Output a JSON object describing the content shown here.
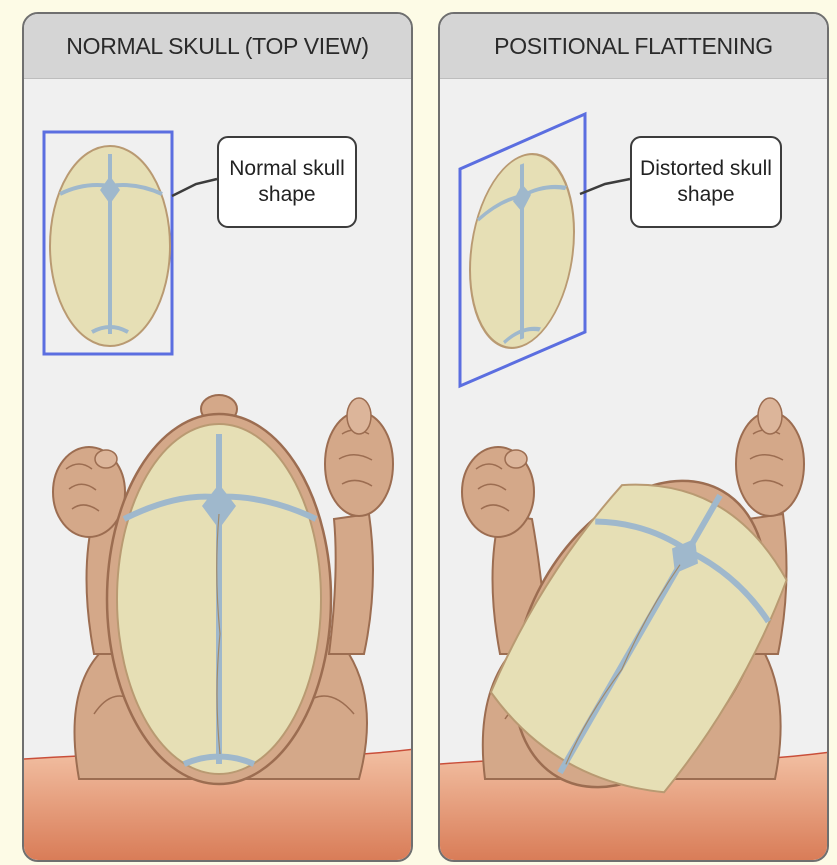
{
  "panels": {
    "left": {
      "title": "NORMAL SKULL (TOP VIEW)",
      "callout": "Normal skull shape"
    },
    "right": {
      "title": "POSITIONAL FLATTENING",
      "callout": "Distorted skull shape"
    }
  },
  "colors": {
    "page_background": "#fdfbe6",
    "panel_background": "#f0f0f0",
    "header_background": "#d5d5d5",
    "skull_bone": "#e6dfb5",
    "suture": "#9fb8cc",
    "skin": "#d4a889",
    "mattress": "#e08a65",
    "frame": "#5b6ee0"
  }
}
